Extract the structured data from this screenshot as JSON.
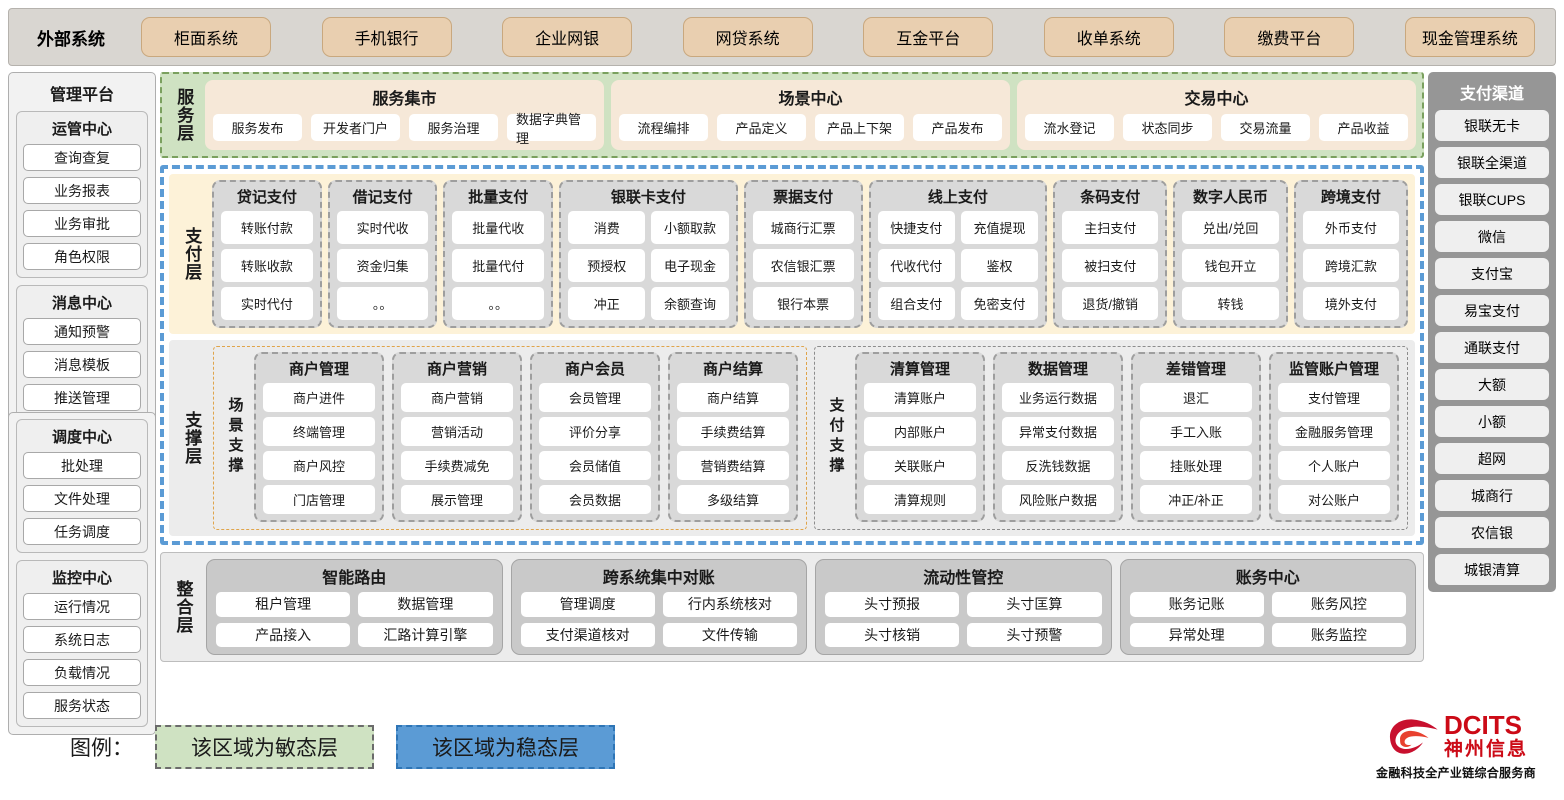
{
  "external": {
    "title": "外部系统",
    "items": [
      "柜面系统",
      "手机银行",
      "企业网银",
      "网贷系统",
      "互金平台",
      "收单系统",
      "缴费平台",
      "现金管理系统"
    ]
  },
  "management": {
    "title": "管理平台",
    "groups": [
      {
        "title": "运管中心",
        "items": [
          "查询查复",
          "业务报表",
          "业务审批",
          "角色权限"
        ]
      },
      {
        "title": "消息中心",
        "items": [
          "通知预警",
          "消息模板",
          "推送管理"
        ]
      }
    ],
    "groups2": [
      {
        "title": "调度中心",
        "items": [
          "批处理",
          "文件处理",
          "任务调度"
        ]
      },
      {
        "title": "监控中心",
        "items": [
          "运行情况",
          "系统日志",
          "负载情况",
          "服务状态"
        ]
      }
    ]
  },
  "service_layer": {
    "label": "服务层",
    "cards": [
      {
        "title": "服务集市",
        "items": [
          "服务发布",
          "开发者门户",
          "服务治理",
          "数据字典管理"
        ]
      },
      {
        "title": "场景中心",
        "items": [
          "流程编排",
          "产品定义",
          "产品上下架",
          "产品发布"
        ]
      },
      {
        "title": "交易中心",
        "items": [
          "流水登记",
          "状态同步",
          "交易流量",
          "产品收益"
        ]
      }
    ]
  },
  "payment_layer": {
    "label": "支付层",
    "groups": [
      {
        "title": "贷记支付",
        "cols": 1,
        "items": [
          "转账付款",
          "转账收款",
          "实时代付"
        ]
      },
      {
        "title": "借记支付",
        "cols": 1,
        "items": [
          "实时代收",
          "资金归集",
          "。。"
        ]
      },
      {
        "title": "批量支付",
        "cols": 1,
        "items": [
          "批量代收",
          "批量代付",
          "。。"
        ]
      },
      {
        "title": "银联卡支付",
        "cols": 2,
        "items": [
          "消费",
          "小额取款",
          "预授权",
          "电子现金",
          "冲正",
          "余额查询"
        ]
      },
      {
        "title": "票据支付",
        "cols": 1,
        "items": [
          "城商行汇票",
          "农信银汇票",
          "银行本票"
        ]
      },
      {
        "title": "线上支付",
        "cols": 2,
        "items": [
          "快捷支付",
          "充值提现",
          "代收代付",
          "鉴权",
          "组合支付",
          "免密支付"
        ]
      },
      {
        "title": "条码支付",
        "cols": 1,
        "items": [
          "主扫支付",
          "被扫支付",
          "退货/撤销"
        ]
      },
      {
        "title": "数字人民币",
        "cols": 1,
        "items": [
          "兑出/兑回",
          "钱包开立",
          "转钱"
        ]
      },
      {
        "title": "跨境支付",
        "cols": 1,
        "items": [
          "外币支付",
          "跨境汇款",
          "境外支付"
        ]
      }
    ]
  },
  "support_layer": {
    "label": "支撑层",
    "blocks": [
      {
        "sublabel": "场景支撑",
        "groups": [
          {
            "title": "商户管理",
            "items": [
              "商户进件",
              "终端管理",
              "商户风控",
              "门店管理"
            ]
          },
          {
            "title": "商户营销",
            "items": [
              "商户营销",
              "营销活动",
              "手续费减免",
              "展示管理"
            ]
          },
          {
            "title": "商户会员",
            "items": [
              "会员管理",
              "评价分享",
              "会员储值",
              "会员数据"
            ]
          },
          {
            "title": "商户结算",
            "items": [
              "商户结算",
              "手续费结算",
              "营销费结算",
              "多级结算"
            ]
          }
        ]
      },
      {
        "sublabel": "支付支撑",
        "groups": [
          {
            "title": "清算管理",
            "items": [
              "清算账户",
              "内部账户",
              "关联账户",
              "清算规则"
            ]
          },
          {
            "title": "数据管理",
            "items": [
              "业务运行数据",
              "异常支付数据",
              "反洗钱数据",
              "风险账户数据"
            ]
          },
          {
            "title": "差错管理",
            "items": [
              "退汇",
              "手工入账",
              "挂账处理",
              "冲正/补正"
            ]
          },
          {
            "title": "监管账户管理",
            "items": [
              "支付管理",
              "金融服务管理",
              "个人账户",
              "对公账户"
            ]
          }
        ]
      }
    ]
  },
  "integration_layer": {
    "label": "整合层",
    "cards": [
      {
        "title": "智能路由",
        "items": [
          "租户管理",
          "数据管理",
          "产品接入",
          "汇路计算引擎"
        ]
      },
      {
        "title": "跨系统集中对账",
        "items": [
          "管理调度",
          "行内系统核对",
          "支付渠道核对",
          "文件传输"
        ]
      },
      {
        "title": "流动性管控",
        "items": [
          "头寸预报",
          "头寸匡算",
          "头寸核销",
          "头寸预警"
        ]
      },
      {
        "title": "账务中心",
        "items": [
          "账务记账",
          "账务风控",
          "异常处理",
          "账务监控"
        ]
      }
    ]
  },
  "channels": {
    "title": "支付渠道",
    "items": [
      "银联无卡",
      "银联全渠道",
      "银联CUPS",
      "微信",
      "支付宝",
      "易宝支付",
      "通联支付",
      "大额",
      "小额",
      "超网",
      "城商行",
      "农信银",
      "城银清算"
    ]
  },
  "legend": {
    "label": "图例：",
    "agile": "该区域为敏态层",
    "stable": "该区域为稳态层",
    "agile_color": "#cfe2c2",
    "stable_color": "#5b9bd5"
  },
  "logo": {
    "en": "DCITS",
    "cn": "神州信息",
    "tagline": "金融科技全产业链综合服务商",
    "color": "#cc0a16"
  }
}
